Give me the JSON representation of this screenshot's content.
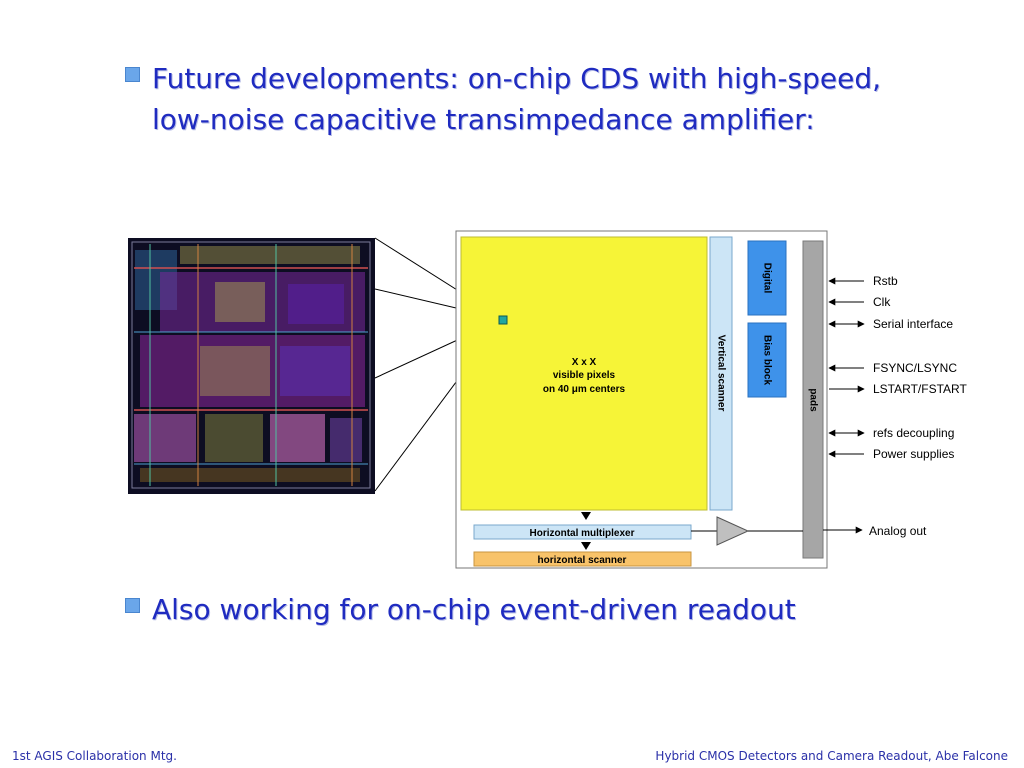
{
  "bullets": [
    {
      "line1": "Future developments: on-chip CDS with high-speed,",
      "line2": "low-noise capacitive transimpedance amplifier:"
    },
    {
      "line1": "Also working for on-chip event-driven readout"
    }
  ],
  "diagram": {
    "pixel_array": {
      "line1": "X x X",
      "line2": "visible pixels",
      "line3": "on 40 μm centers"
    },
    "vertical_scanner": "Vertical scanner",
    "digital": "Digital",
    "bias_block": "Bias block",
    "pads": "pads",
    "horizontal_multiplexer": "Horizontal multiplexer",
    "horizontal_scanner": "horizontal scanner",
    "signals": [
      "Rstb",
      "Clk",
      "Serial interface",
      "FSYNC/LSYNC",
      "LSTART/FSTART",
      "refs decoupling",
      "Power supplies"
    ],
    "analog_out": "Analog out"
  },
  "footer": {
    "left": "1st AGIS Collaboration Mtg.",
    "right": "Hybrid CMOS Detectors and Camera Readout, Abe Falcone"
  },
  "colors": {
    "bullet_text": "#1f2bc0",
    "pixel_array": "#f6f437",
    "vertical_scanner": "#cce5f6",
    "blocks_blue": "#3e92ea",
    "pads_gray": "#a6a6a6",
    "horizontal_scanner": "#f8c36a"
  }
}
